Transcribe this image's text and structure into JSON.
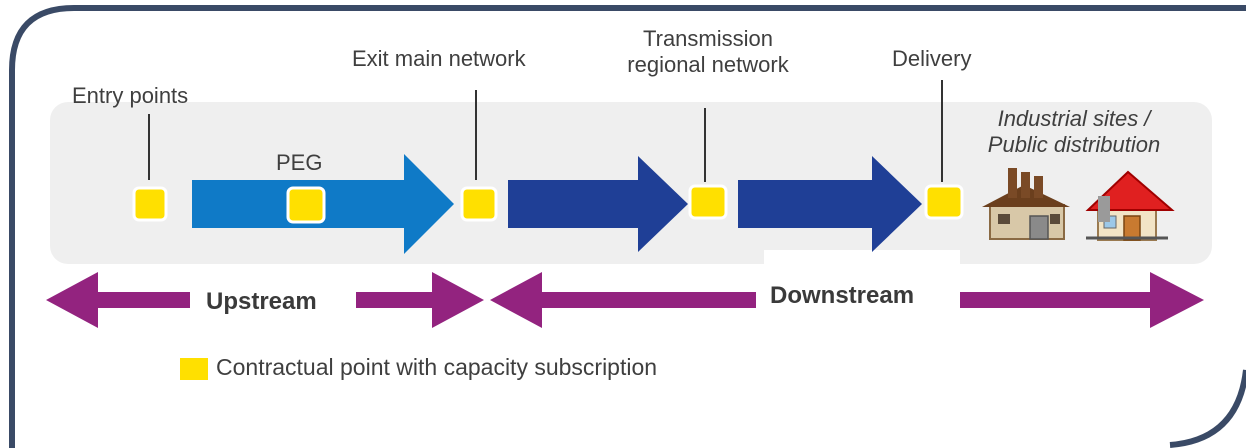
{
  "points": {
    "entry": "Entry points",
    "exit_main": "Exit main network",
    "transmission_regional_line1": "Transmission",
    "transmission_regional_line2": "regional network",
    "delivery": "Delivery"
  },
  "peg_label": "PEG",
  "destination": {
    "line1": "Industrial sites /",
    "line2": "Public distribution"
  },
  "segments": {
    "upstream": "Upstream",
    "downstream": "Downstream"
  },
  "legend": {
    "text": "Contractual point with  capacity subscription"
  },
  "icons": [
    "factory-icon",
    "house-icon"
  ],
  "colors": {
    "frame": "#3a4a66",
    "band": "#efefef",
    "upstream_arrow": "#0f7ac7",
    "network_arrow": "#1f3f96",
    "segment_arrow": "#93237f",
    "contract_point": "#ffe000"
  }
}
